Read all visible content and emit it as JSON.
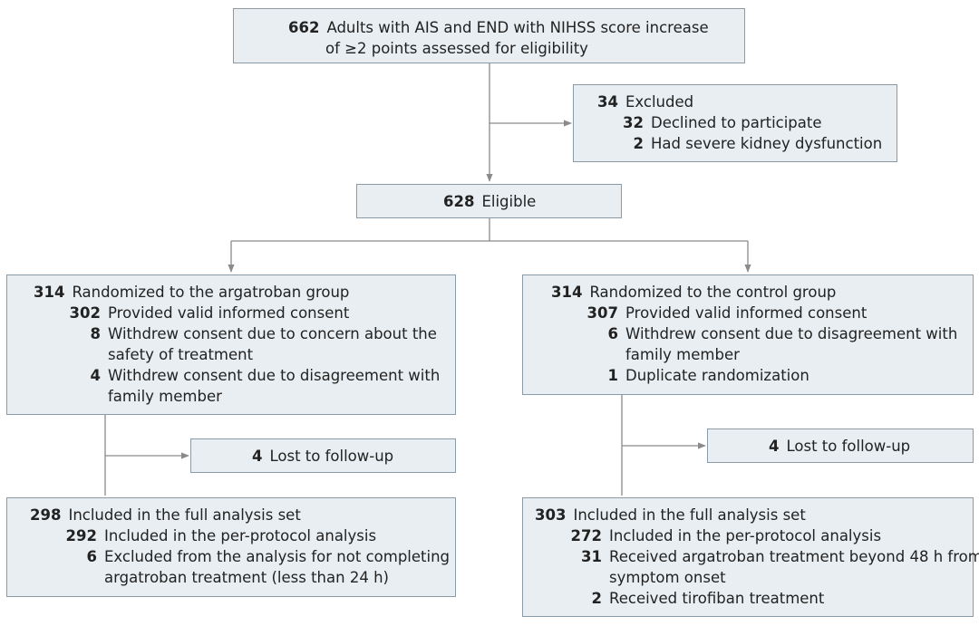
{
  "screening": {
    "n": "662",
    "text_line1": "Adults with AIS and END with NIHSS score increase",
    "text_line2": "of ≥2 points assessed for eligibility"
  },
  "excluded": {
    "n": "34",
    "label": "Excluded",
    "items": [
      {
        "n": "32",
        "text": "Declined to participate"
      },
      {
        "n": "2",
        "text": "Had severe kidney dysfunction"
      }
    ]
  },
  "eligible": {
    "n": "628",
    "label": "Eligible"
  },
  "argatroban_group": {
    "randomized": {
      "n": "314",
      "text": "Randomized to the argatroban group"
    },
    "consent": {
      "n": "302",
      "text": "Provided valid informed consent"
    },
    "withdrew1": {
      "n": "8",
      "line1": "Withdrew consent due to concern about the",
      "line2": "safety of treatment"
    },
    "withdrew2": {
      "n": "4",
      "line1": "Withdrew consent due to disagreement with",
      "line2": "family member"
    },
    "lost": {
      "n": "4",
      "text": "Lost to follow-up"
    },
    "analysis": {
      "fas": {
        "n": "298",
        "text": "Included in the full analysis set"
      },
      "pp": {
        "n": "292",
        "text": "Included in the per-protocol analysis"
      },
      "excl": {
        "n": "6",
        "line1": "Excluded from the analysis for not completing",
        "line2": "argatroban treatment (less than 24 h)"
      }
    }
  },
  "control_group": {
    "randomized": {
      "n": "314",
      "text": "Randomized to the control group"
    },
    "consent": {
      "n": "307",
      "text": "Provided valid informed consent"
    },
    "withdrew": {
      "n": "6",
      "line1": "Withdrew consent due to disagreement with",
      "line2": "family member"
    },
    "duplicate": {
      "n": "1",
      "text": "Duplicate randomization"
    },
    "lost": {
      "n": "4",
      "text": "Lost to follow-up"
    },
    "analysis": {
      "fas": {
        "n": "303",
        "text": "Included in the full analysis set"
      },
      "pp": {
        "n": "272",
        "text": "Included in the per-protocol analysis"
      },
      "beyond": {
        "n": "31",
        "line1": "Received argatroban treatment beyond 48 h from",
        "line2": "symptom onset"
      },
      "tirofiban": {
        "n": "2",
        "text": "Received tirofiban treatment"
      }
    }
  },
  "colors": {
    "box_fill": "#e8eef2",
    "box_border": "#8a9aa6",
    "arrow": "#8a8a8a"
  }
}
